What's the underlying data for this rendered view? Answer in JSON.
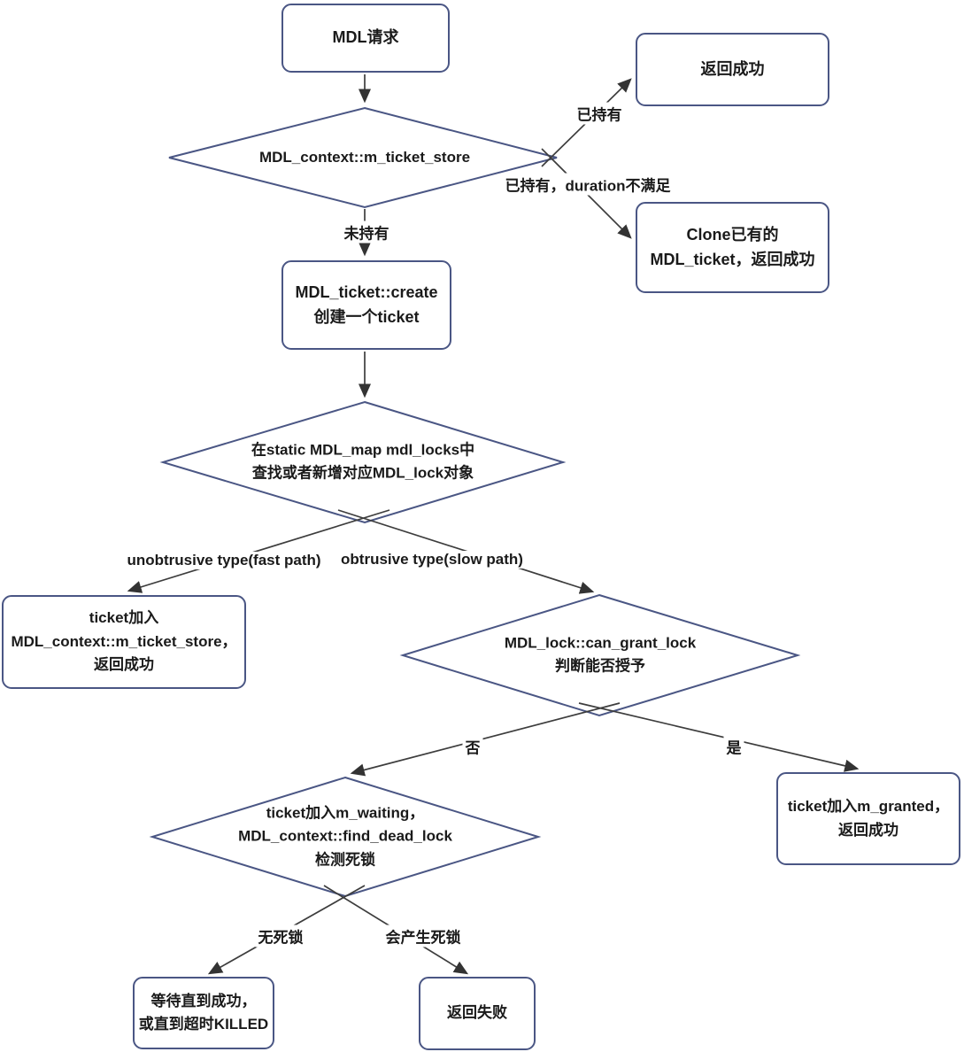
{
  "diagram_type": "flowchart",
  "colors": {
    "node_border": "#4a5684",
    "edge_line": "#3d3d3d",
    "text": "#1a1a1a",
    "node_fill": "#ffffff"
  },
  "nodes": {
    "start": {
      "lines": [
        "MDL请求"
      ]
    },
    "ticket_store_check": {
      "lines": [
        "MDL_context::m_ticket_store"
      ]
    },
    "return_success_top": {
      "lines": [
        "返回成功"
      ]
    },
    "clone_ticket": {
      "lines": [
        "Clone已有的",
        "MDL_ticket，返回成功"
      ]
    },
    "ticket_create": {
      "lines": [
        "MDL_ticket::create",
        "创建一个ticket"
      ]
    },
    "mdl_map_lookup": {
      "lines": [
        "在static MDL_map mdl_locks中",
        "查找或者新增对应MDL_lock对象"
      ]
    },
    "fast_path_store": {
      "lines": [
        "ticket加入",
        "MDL_context::m_ticket_store，",
        "返回成功"
      ]
    },
    "can_grant_lock": {
      "lines": [
        "MDL_lock::can_grant_lock",
        "判断能否授予"
      ]
    },
    "granted": {
      "lines": [
        "ticket加入m_granted，",
        "返回成功"
      ]
    },
    "deadlock_check": {
      "lines": [
        "ticket加入m_waiting，",
        "MDL_context::find_dead_lock",
        "检测死锁"
      ]
    },
    "wait_until": {
      "lines": [
        "等待直到成功，",
        "或直到超时KILLED"
      ]
    },
    "return_fail": {
      "lines": [
        "返回失败"
      ]
    }
  },
  "edge_labels": {
    "held": "已持有",
    "held_duration": "已持有，duration不满足",
    "not_held": "未持有",
    "unobtrusive": "unobtrusive type(fast path)",
    "obtrusive": "obtrusive type(slow path)",
    "no": "否",
    "yes": "是",
    "no_deadlock": "无死锁",
    "deadlock": "会产生死锁"
  }
}
